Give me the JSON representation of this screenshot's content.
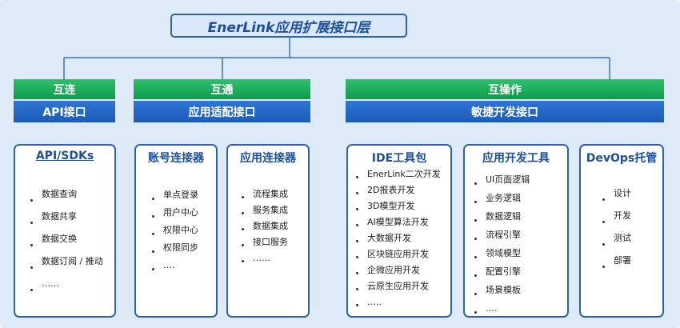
{
  "root": {
    "title": "EnerLink应用扩展接口层"
  },
  "categories": [
    {
      "label": "互连",
      "sub": "API接口"
    },
    {
      "label": "互通",
      "sub": "应用适配接口"
    },
    {
      "label": "互操作",
      "sub": "敏捷开发接口"
    }
  ],
  "boxes": [
    {
      "title": "API/SDKs",
      "items": [
        "数据查询",
        "数据共享",
        "数据交换",
        "数据订阅 / 推动",
        "……"
      ]
    },
    {
      "title": "账号连接器",
      "items": [
        "单点登录",
        "用户中心",
        "权限中心",
        "权限同步",
        "…."
      ]
    },
    {
      "title": "应用连接器",
      "items": [
        "流程集成",
        "服务集成",
        "数据集成",
        "接口服务",
        "……"
      ]
    },
    {
      "title": "IDE工具包",
      "items": [
        "EnerLink二次开发",
        "2D报表开发",
        "3D模型开发",
        "AI模型算法开发",
        "大数据开发",
        "区块链应用开发",
        "企微应用开发",
        "云原生应用开发",
        "….."
      ]
    },
    {
      "title": "应用开发工具",
      "items": [
        "UI页面逻辑",
        "业务逻辑",
        "数据逻辑",
        "流程引擎",
        "领域模型",
        "配置引擎",
        "场景模板",
        "…."
      ]
    },
    {
      "title": "DevOps托管",
      "items": [
        "设计",
        "开发",
        "测试",
        "部署"
      ]
    }
  ],
  "colors": {
    "background": "#dfeaf9",
    "green": "#17a857",
    "blue": "#2566c4",
    "border": "#2b62b2",
    "title_text": "#1d4f9e"
  }
}
